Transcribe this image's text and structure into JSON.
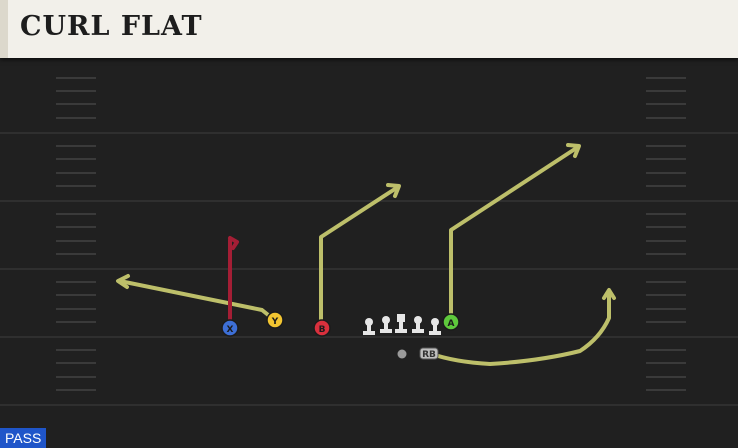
{
  "play": {
    "title": "CURL FLAT",
    "type_label": "PASS"
  },
  "players": [
    {
      "id": "x",
      "label": "X",
      "color": "#3d6fd6",
      "route": "streak",
      "route_color": "#a41e35"
    },
    {
      "id": "y",
      "label": "Y",
      "color": "#f2c531",
      "route": "flat",
      "route_color": "#bdbf6a"
    },
    {
      "id": "b",
      "label": "B",
      "color": "#d9303d",
      "route": "post",
      "route_color": "#bdbf6a"
    },
    {
      "id": "a",
      "label": "A",
      "color": "#5ec93c",
      "route": "post",
      "route_color": "#bdbf6a"
    },
    {
      "id": "rb",
      "label": "RB",
      "color": "#bfbfbf",
      "route": "wheel",
      "route_color": "#bdbf6a"
    }
  ],
  "colors": {
    "field": "#202020",
    "yard_line": "#2f2f2f",
    "hash": "#3a3a3a",
    "route": "#bdbf6a",
    "block_route": "#a41e35",
    "accent": "#1f55c9"
  }
}
